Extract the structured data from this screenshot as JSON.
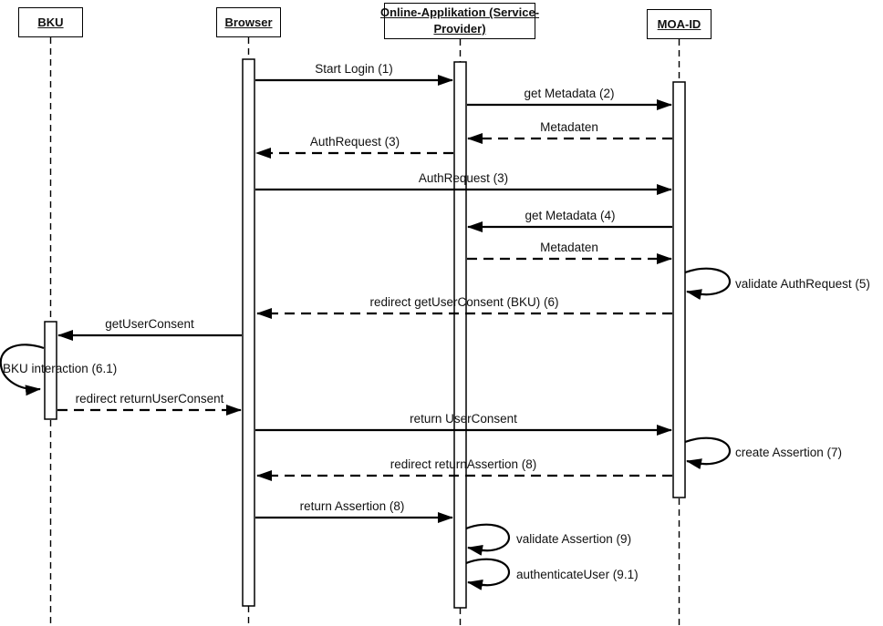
{
  "diagram_type": "uml-sequence-diagram",
  "colors": {
    "line": "#000000",
    "background": "#ffffff",
    "text": "#111111"
  },
  "actors": [
    {
      "id": "bku",
      "label": "BKU"
    },
    {
      "id": "browser",
      "label": "Browser"
    },
    {
      "id": "online-applikation",
      "label": "Online-Applikation (Service-Provider)",
      "label_line1": "Online-Applikation (Service-",
      "label_line2": "Provider)"
    },
    {
      "id": "moa-id",
      "label": "MOA-ID"
    }
  ],
  "messages": [
    {
      "label": "Start Login (1)",
      "from": "browser",
      "to": "online-applikation",
      "style": "solid"
    },
    {
      "label": "get Metadata (2)",
      "from": "online-applikation",
      "to": "moa-id",
      "style": "solid"
    },
    {
      "label": "Metadaten",
      "from": "moa-id",
      "to": "online-applikation",
      "style": "dashed"
    },
    {
      "label": "AuthRequest (3)",
      "from": "online-applikation",
      "to": "browser",
      "style": "dashed"
    },
    {
      "label": "AuthRequest (3)",
      "from": "browser",
      "to": "moa-id",
      "style": "solid"
    },
    {
      "label": "get Metadata (4)",
      "from": "moa-id",
      "to": "online-applikation",
      "style": "solid"
    },
    {
      "label": "Metadaten",
      "from": "online-applikation",
      "to": "moa-id",
      "style": "dashed"
    },
    {
      "label": "validate AuthRequest (5)",
      "from": "moa-id",
      "to": "moa-id",
      "style": "self"
    },
    {
      "label": "redirect getUserConsent (BKU) (6)",
      "from": "moa-id",
      "to": "browser",
      "style": "dashed"
    },
    {
      "label": "getUserConsent",
      "from": "browser",
      "to": "bku",
      "style": "solid"
    },
    {
      "label": "BKU interaction (6.1)",
      "from": "bku",
      "to": "bku",
      "style": "self"
    },
    {
      "label": "redirect returnUserConsent",
      "from": "bku",
      "to": "browser",
      "style": "dashed"
    },
    {
      "label": "return UserConsent",
      "from": "browser",
      "to": "moa-id",
      "style": "solid"
    },
    {
      "label": "create Assertion (7)",
      "from": "moa-id",
      "to": "moa-id",
      "style": "self"
    },
    {
      "label": "redirect returnAssertion (8)",
      "from": "moa-id",
      "to": "browser",
      "style": "dashed"
    },
    {
      "label": "return Assertion (8)",
      "from": "browser",
      "to": "online-applikation",
      "style": "solid"
    },
    {
      "label": "validate Assertion (9)",
      "from": "online-applikation",
      "to": "online-applikation",
      "style": "self"
    },
    {
      "label": "authenticateUser (9.1)",
      "from": "online-applikation",
      "to": "online-applikation",
      "style": "self"
    }
  ]
}
